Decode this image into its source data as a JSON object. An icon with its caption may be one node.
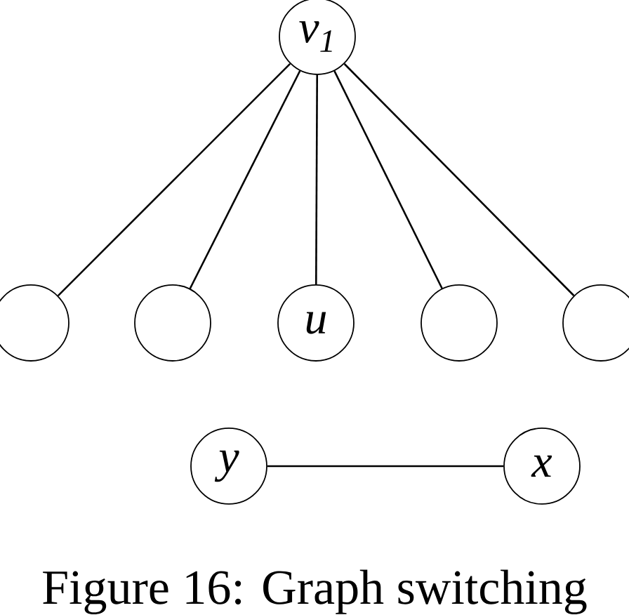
{
  "diagram": {
    "caption": "Figure 16: Graph switching",
    "nodes": [
      {
        "text": [
          "v$_{1}$"
        ]
      },
      {
        "text": [],
        "shape": "circle"
      },
      {
        "text": [],
        "shape": "circle"
      },
      {
        "text": [
          "u"
        ]
      },
      {
        "text": [],
        "shape": "circle"
      },
      {
        "text": [],
        "shape": "circle"
      },
      {
        "text": [
          "y"
        ]
      },
      {
        "text": [
          "x"
        ]
      }
    ],
    "edges": [
      {
        "from": 0,
        "to": 1,
        "arrow": "none"
      },
      {
        "from": 0,
        "to": 2,
        "arrow": "none"
      },
      {
        "from": 0,
        "to": 3,
        "arrow": "none"
      },
      {
        "from": 0,
        "to": 4,
        "arrow": "none"
      },
      {
        "from": 0,
        "to": 5,
        "arrow": "none"
      },
      {
        "from": 6,
        "to": 7,
        "arrow": "none"
      }
    ]
  }
}
